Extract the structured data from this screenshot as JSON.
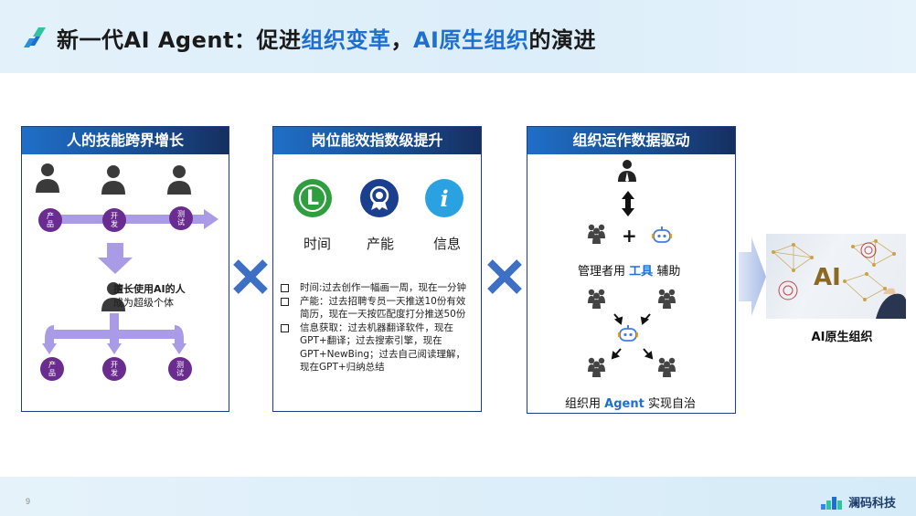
{
  "header": {
    "title_parts": [
      "新一代",
      "AI Agent：促进",
      "组织变革",
      "，",
      "AI原生组织",
      "的演进"
    ]
  },
  "panel1": {
    "title": "人的技能跨界增长",
    "circles_top": [
      "产品",
      "开发",
      "测试"
    ],
    "circles_bottom": [
      "产品",
      "开发",
      "测试"
    ],
    "ai_person_text_1": "擅长使用AI的人",
    "ai_person_text_2": "成为超级个体"
  },
  "panel2": {
    "title": "岗位能效指数级提升",
    "icons": [
      {
        "label": "时间",
        "glyph": "L",
        "icon": "clock-icon",
        "color": "#2e9e3f"
      },
      {
        "label": "产能",
        "glyph": "",
        "icon": "badge-icon",
        "color": "#1a3f8f"
      },
      {
        "label": "信息",
        "glyph": "i",
        "icon": "info-icon",
        "color": "#2aa1e0"
      }
    ],
    "bullets": [
      "时间:过去创作一幅画一周，现在一分钟",
      "产能：过去招聘专员一天推送10份有效简历，现在一天按匹配度打分推送50份",
      "信息获取：过去机器翻译软件，现在GPT+翻译；过去搜索引擎，现在GPT+NewBing；过去自己阅读理解，现在GPT+归纳总结"
    ]
  },
  "panel3": {
    "title": "组织运作数据驱动",
    "manager_text": "管理者用",
    "manager_tool": "工具",
    "manager_suffix": "辅助",
    "org_text": "组织用",
    "org_agent": "Agent",
    "org_suffix": "实现自治",
    "plus": "+"
  },
  "result": {
    "image_text": "AI",
    "label": "AI原生组织"
  },
  "footer": {
    "page_number": "9",
    "brand": "澜码科技"
  },
  "colors": {
    "accent_blue": "#1f6fd1",
    "cross_blue": "#3d6fc4",
    "circle_purple": "#6b2c8f",
    "arrow_lavender": "#a99be6",
    "header_navy": "#152f60"
  }
}
